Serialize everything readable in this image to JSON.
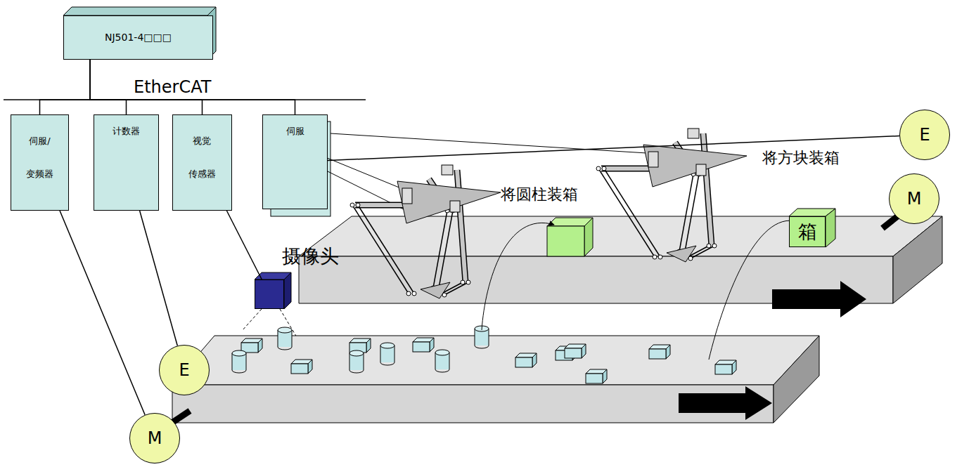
{
  "diagram": {
    "nodes": [
      {
        "text": [
          "NJ501-4□□□"
        ]
      },
      {
        "text": [
          "伺服/ 变频器"
        ]
      },
      {
        "text": [
          "计数器"
        ]
      },
      {
        "text": [
          "视觉 传感器"
        ]
      },
      {
        "text": [
          "伺服"
        ]
      },
      {
        "text": [
          "摄像头"
        ]
      },
      {
        "text": [
          "E"
        ]
      },
      {
        "text": [
          "M"
        ]
      },
      {
        "text": [
          "E"
        ]
      },
      {
        "text": [
          "M"
        ]
      },
      {
        "text": [
          "箱"
        ]
      }
    ],
    "edges": [
      {
        "from": 0,
        "to": 1,
        "arrow": "none"
      },
      {
        "from": 0,
        "to": 2,
        "arrow": "none"
      },
      {
        "from": 0,
        "to": 3,
        "arrow": "none"
      },
      {
        "from": 0,
        "to": 4,
        "arrow": "none"
      },
      {
        "from": 1,
        "to": 7,
        "arrow": "none"
      },
      {
        "from": 2,
        "to": 6,
        "arrow": "none"
      },
      {
        "from": 3,
        "to": 5,
        "arrow": "none"
      },
      {
        "from": 4,
        "to": 8,
        "arrow": "none"
      }
    ],
    "labels": [
      "EtherCAT",
      "将圆柱装箱",
      "将方块装箱"
    ]
  }
}
